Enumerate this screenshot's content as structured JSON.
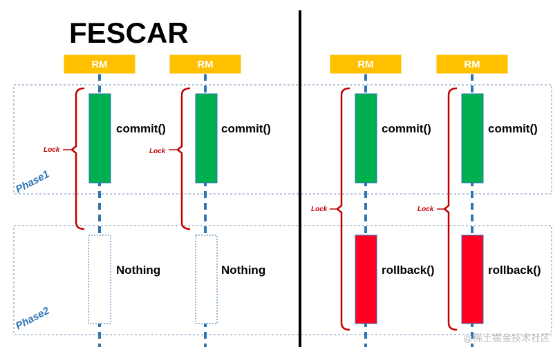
{
  "title": "FESCAR",
  "colors": {
    "rm_box": "#ffc000",
    "rm_text": "#ffffff",
    "lifeline": "#2e75b6",
    "phase_border": "#6d8fb8",
    "commit": "#00b050",
    "rollback": "#ff0000",
    "lock": "#c00000",
    "divider": "#000000"
  },
  "phases": [
    {
      "label": "Phase1"
    },
    {
      "label": "Phase2"
    }
  ],
  "left_scenario": {
    "resource_managers": [
      {
        "rm_label": "RM",
        "phase1_op": "commit()",
        "phase2_op": "Nothing",
        "lock_label": "Lock"
      },
      {
        "rm_label": "RM",
        "phase1_op": "commit()",
        "phase2_op": "Nothing",
        "lock_label": "Lock"
      }
    ]
  },
  "right_scenario": {
    "resource_managers": [
      {
        "rm_label": "RM",
        "phase1_op": "commit()",
        "phase2_op": "rollback()",
        "lock_label": "Lock"
      },
      {
        "rm_label": "RM",
        "phase1_op": "commit()",
        "phase2_op": "rollback()",
        "lock_label": "Lock"
      }
    ]
  },
  "watermark": "@稀土掘金技术社区"
}
